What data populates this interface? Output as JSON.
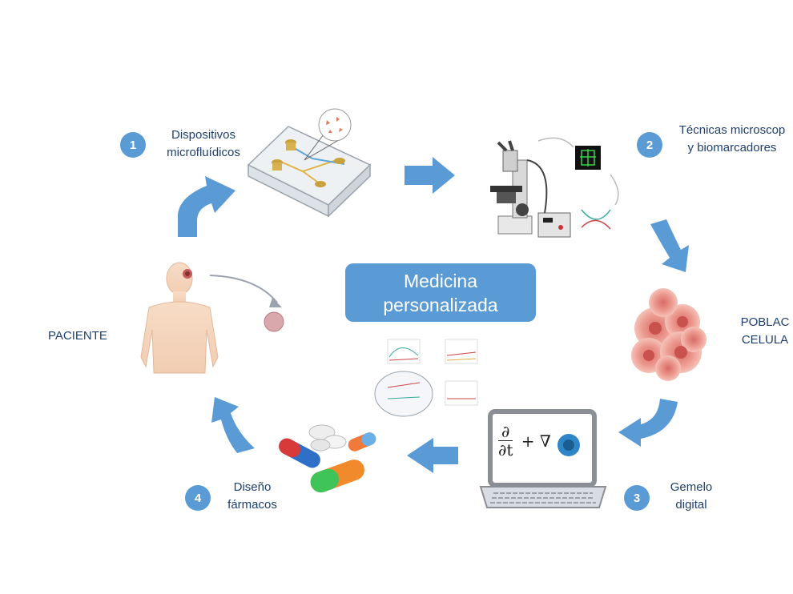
{
  "diagram": {
    "center_label": "Medicina\npersonalizada",
    "steps": [
      {
        "number": "1",
        "label": "Dispositivos\nmicrofluídicos"
      },
      {
        "number": "2",
        "label": "Técnicas microscop\ny biomarcadores"
      },
      {
        "number": "3",
        "label": "Gemelo\ndigital"
      },
      {
        "number": "4",
        "label": "Diseño\nfármacos"
      }
    ],
    "patient_label": "PACIENTE",
    "cell_label": "POBLAC\nCELULA",
    "formula": {
      "numerator": "∂",
      "denominator": "∂t",
      "operator": "+ ∇"
    },
    "colors": {
      "arrow": "#5b9bd5",
      "text": "#1f3f6e",
      "badge": "#5b9bd5"
    }
  }
}
